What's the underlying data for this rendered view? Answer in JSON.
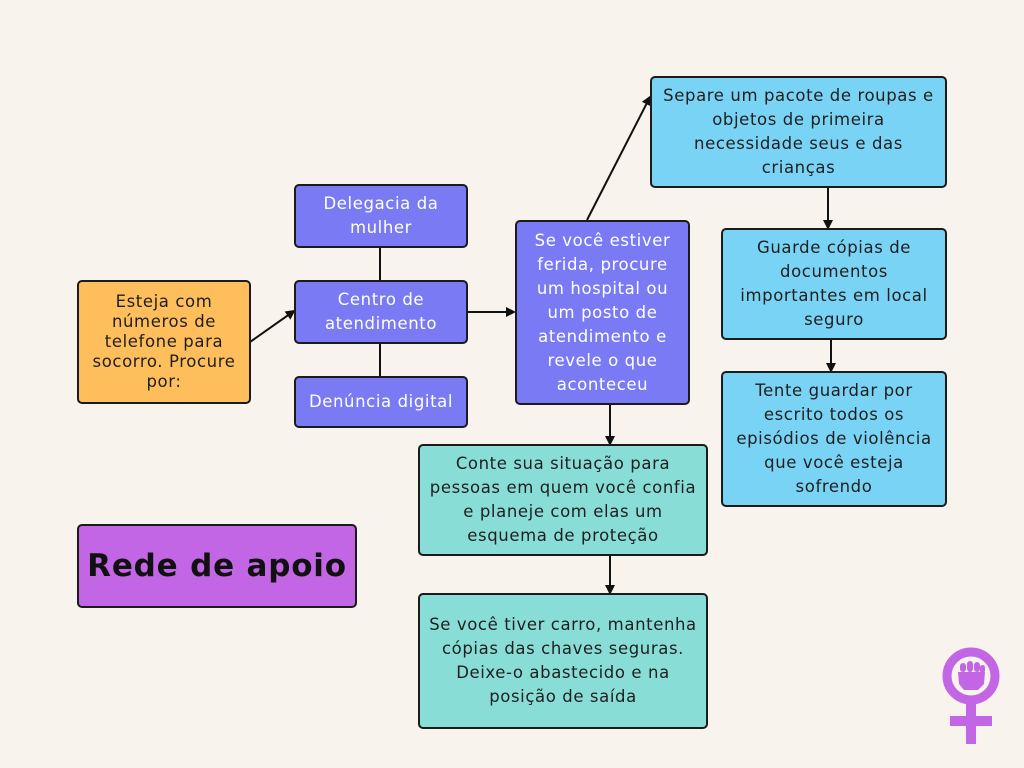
{
  "title": "Rede de apoio",
  "nodes": {
    "phones": "Esteja com números de telefone para socorro. Procure por:",
    "delegacia": "Delegacia da mulher",
    "centro": "Centro de atendimento",
    "denuncia": "Denúncia digital",
    "ferida": "Se você estiver ferida, procure um hospital ou um posto de atendimento e revele o que aconteceu",
    "conte": "Conte sua situação para pessoas em quem você confia e planeje com elas um esquema de proteção",
    "carro": "Se você tiver carro, mantenha cópias das chaves seguras. Deixe-o abastecido e na posição de saída",
    "pacote": "Separe um pacote de roupas e objetos de primeira necessidade seus e das crianças",
    "copias": "Guarde cópias de documentos importantes em local seguro",
    "escrito": "Tente guardar por escrito todos os episódios de violência que você esteja sofrendo"
  },
  "icons": {
    "symbol": "female-fist-symbol-icon"
  },
  "colors": {
    "background": "#f8f3ec",
    "orange": "#fdbe5b",
    "blue": "#7a7af4",
    "cyan": "#79d3f5",
    "teal": "#88ddd7",
    "purple": "#c366e6"
  }
}
